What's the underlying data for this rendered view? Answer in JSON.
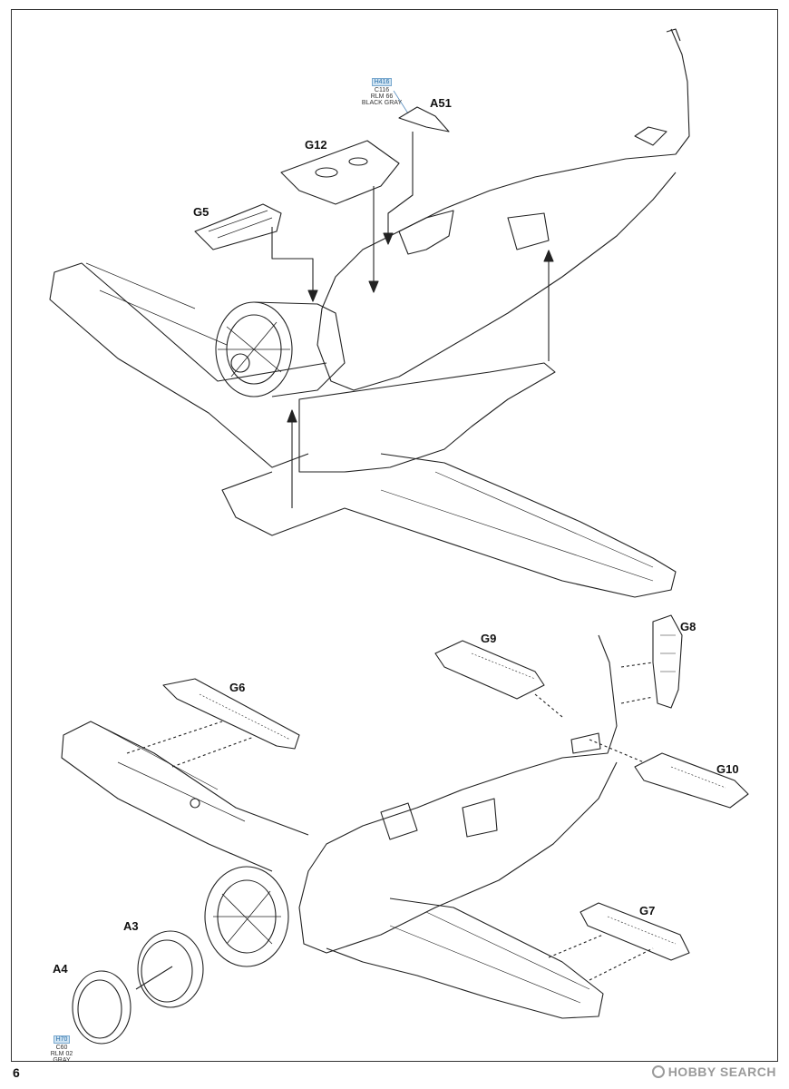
{
  "page": {
    "number": "6"
  },
  "watermark": {
    "text": "HOBBY SEARCH"
  },
  "colors": {
    "paint_box_bg": "#cfe3f2",
    "paint_box_text": "#2a6fa8",
    "line": "#222222"
  },
  "callouts": {
    "c1": {
      "code": "H416",
      "id": "C116",
      "line1": "RLM 66",
      "line2": "BLACK GRAY"
    },
    "c2": {
      "code": "H70",
      "id": "C60",
      "line1": "RLM 02",
      "line2": "GRAY"
    }
  },
  "parts": {
    "a51": "A51",
    "g12": "G12",
    "g5": "G5",
    "g9": "G9",
    "g8": "G8",
    "g6": "G6",
    "g10": "G10",
    "g7": "G7",
    "a3": "A3",
    "a4": "A4"
  }
}
